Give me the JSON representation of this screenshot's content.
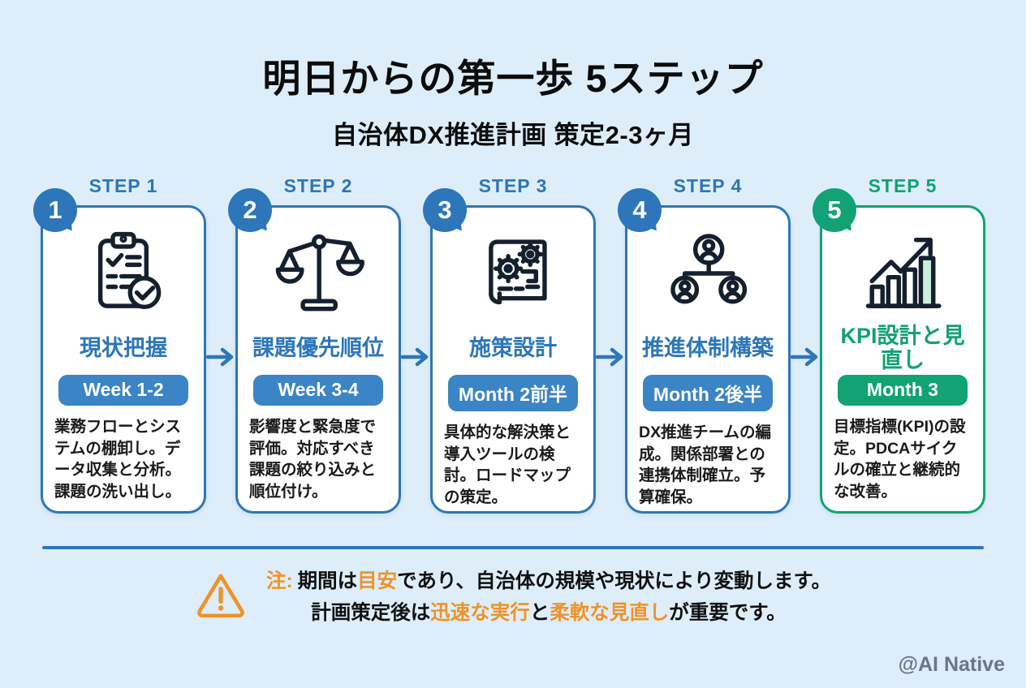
{
  "page": {
    "title": "明日からの第一歩 5ステップ",
    "subtitle": "自治体DX推進計画 策定2-3ヶ月",
    "watermark": "@AI Native"
  },
  "steps": [
    {
      "step_label": "STEP 1",
      "number": "1",
      "icon": "clipboard-check-icon",
      "title": "現状把握",
      "period": "Week 1-2",
      "description": "業務フローとシステムの棚卸し。データ収集と分析。課題の洗い出し。",
      "theme": "blue"
    },
    {
      "step_label": "STEP 2",
      "number": "2",
      "icon": "balance-scale-icon",
      "title": "課題優先順位",
      "period": "Week 3-4",
      "description": "影響度と緊急度で評価。対応すべき課題の絞り込みと順位付け。",
      "theme": "blue"
    },
    {
      "step_label": "STEP 3",
      "number": "3",
      "icon": "blueprint-gears-icon",
      "title": "施策設計",
      "period": "Month 2前半",
      "description": "具体的な解決策と導入ツールの検討。ロードマップの策定。",
      "theme": "blue"
    },
    {
      "step_label": "STEP 4",
      "number": "4",
      "icon": "org-chart-icon",
      "title": "推進体制構築",
      "period": "Month 2後半",
      "description": "DX推進チームの編成。関係部署との連携体制確立。予算確保。",
      "theme": "blue"
    },
    {
      "step_label": "STEP 5",
      "number": "5",
      "icon": "growth-chart-icon",
      "title": "KPI設計と見直し",
      "period": "Month 3",
      "description": "目標指標(KPI)の設定。PDCAサイクルの確立と継続的な改善。",
      "theme": "green"
    }
  ],
  "note": {
    "prefix": "注:",
    "line1_part1": "期間は",
    "line1_highlight": "目安",
    "line1_part2": "であり、自治体の規模や現状により変動します。",
    "line2_part1": "計画策定後は",
    "line2_highlight1": "迅速な実行",
    "line2_part2": "と",
    "line2_highlight2": "柔軟な見直し",
    "line2_part3": "が重要です。"
  },
  "colors": {
    "background": "#ddeefa",
    "accent_blue": "#2d76ba",
    "pill_blue": "#3b84c6",
    "accent_green": "#12a273",
    "highlight_orange": "#ef9328",
    "icon_navy": "#15202e",
    "watermark_gray": "#697588"
  }
}
